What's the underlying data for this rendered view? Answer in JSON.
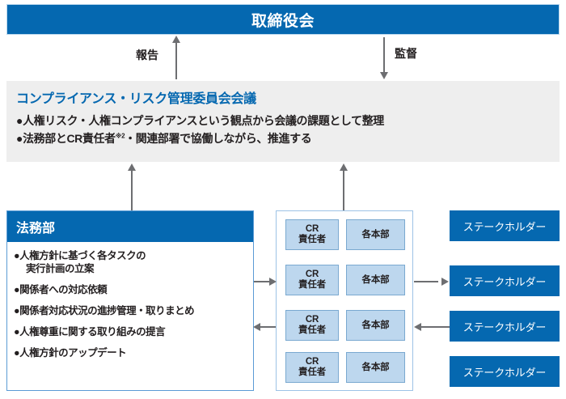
{
  "diagram": {
    "board": {
      "label": "取締役会"
    },
    "flows": {
      "report": "報告",
      "supervision": "監督"
    },
    "committee": {
      "title": "コンプライアンス・リスク管理委員会会議",
      "bullets": [
        {
          "marker": "●",
          "text": "人権リスク・人権コンプライアンスという観点から会議の課題として整理",
          "note": ""
        },
        {
          "marker": "●",
          "text": "法務部とCR責任者",
          "note": "※2",
          "text_after": "・関連部署で協働しながら、推進する"
        }
      ]
    },
    "legal": {
      "header": "法務部",
      "bullets": [
        {
          "marker": "●",
          "line1": "人権方針に基づく各タスクの",
          "line2": "実行計画の立案"
        },
        {
          "marker": "●",
          "line1": "関係者への対応依頼",
          "line2": ""
        },
        {
          "marker": "●",
          "line1": "関係者対応状況の進捗管理・取りまとめ",
          "line2": ""
        },
        {
          "marker": "●",
          "line1": "人権尊重に関する取り組みの提言",
          "line2": ""
        },
        {
          "marker": "●",
          "line1": "人権方針のアップデート",
          "line2": ""
        }
      ]
    },
    "cr_panel": {
      "rows": [
        {
          "owner": "CR\n責任者",
          "owner_line1": "CR",
          "owner_line2": "責任者",
          "division": "各本部"
        },
        {
          "owner": "CR\n責任者",
          "owner_line1": "CR",
          "owner_line2": "責任者",
          "division": "各本部"
        },
        {
          "owner": "CR\n責任者",
          "owner_line1": "CR",
          "owner_line2": "責任者",
          "division": "各本部"
        },
        {
          "owner": "CR\n責任者",
          "owner_line1": "CR",
          "owner_line2": "責任者",
          "division": "各本部"
        }
      ]
    },
    "stakeholders": [
      {
        "label": "ステークホルダー"
      },
      {
        "label": "ステークホルダー"
      },
      {
        "label": "ステークホルダー"
      },
      {
        "label": "ステークホルダー"
      }
    ],
    "colors": {
      "brand_blue": "#0568b0",
      "panel_gray": "#eeeeee",
      "chip_blue": "#bdd7ee",
      "chip_border": "#7aa9d0",
      "line_gray": "#6d6e71",
      "text_dark": "#231f20"
    }
  }
}
